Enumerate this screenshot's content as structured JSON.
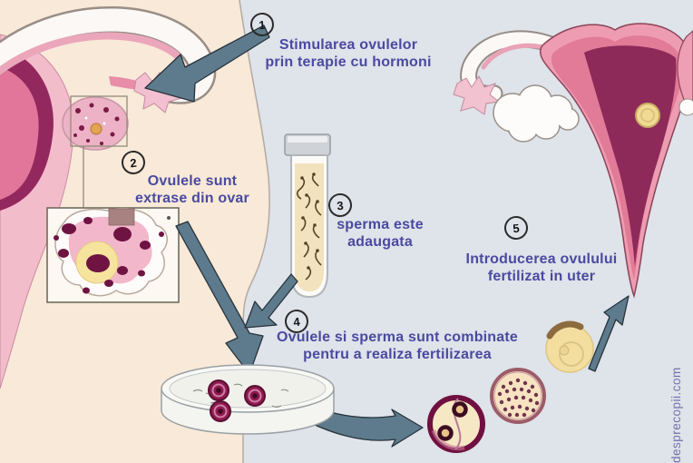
{
  "steps": [
    {
      "number": "1",
      "line1": "Stimularea ovulelor",
      "line2": "prin terapie cu hormoni"
    },
    {
      "number": "2",
      "line1": "Ovulele sunt",
      "line2": "extrase din ovar"
    },
    {
      "number": "3",
      "line1": "sperma este",
      "line2": "adaugata"
    },
    {
      "number": "4",
      "line1": "Ovulele si sperma sunt combinate",
      "line2": "pentru a realiza fertilizarea"
    },
    {
      "number": "5",
      "line1": "Introducerea ovulului",
      "line2": "fertilizat in uter"
    }
  ],
  "watermark": "desprecopii.com",
  "illustrations": [
    "uterus-left",
    "ovary",
    "ovary-magnified-box",
    "test-tube-with-sperm",
    "petri-dish-with-eggs",
    "zygote-two-cell",
    "morula",
    "blastocyst",
    "uterus-right-with-embryo",
    "flow-arrows"
  ],
  "colors": {
    "background_left": "#f8e9d8",
    "background_right": "#dfe3ea",
    "label_text": "#4a4aa0",
    "watermark_text": "#7272ae",
    "arrow_fill": "#5d7b8c",
    "uterus_pink": "#ee9cb2",
    "uterus_dark": "#8e2a5a",
    "egg_magenta": "#8e1a4e",
    "yolk_yellow": "#f6e49e"
  }
}
